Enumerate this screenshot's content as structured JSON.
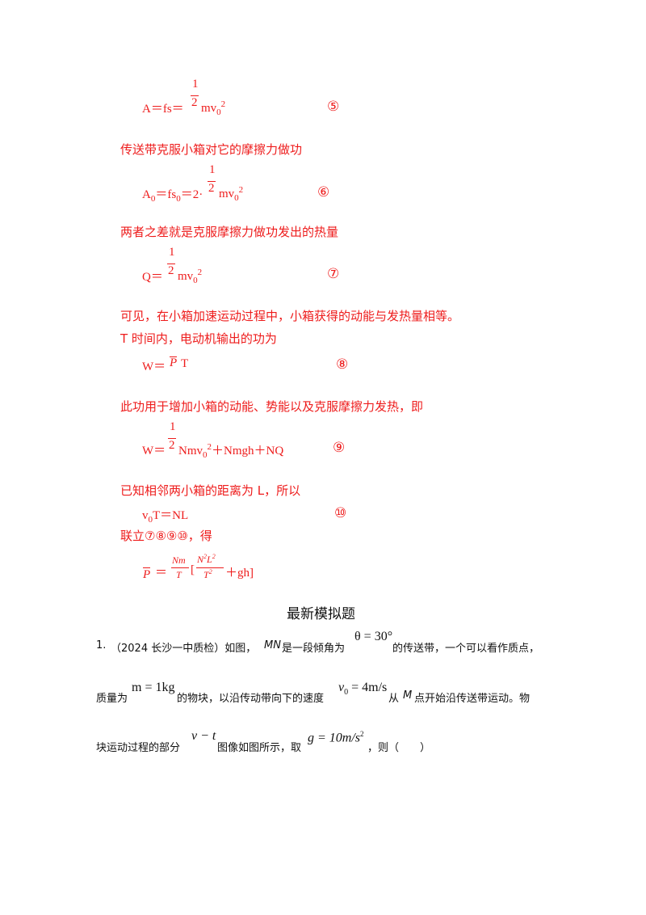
{
  "eq5": {
    "lhs": "A＝fs＝",
    "frac_num": "1",
    "frac_den": "2",
    "rhs": "mv",
    "sub": "0",
    "sup": "2",
    "mark": "⑤"
  },
  "line1": "传送带克服小箱对它的摩擦力做功",
  "eq6": {
    "lhs": "A",
    "sub_a": "0",
    "mid": "＝fs",
    "sub_b": "0",
    "mid2": "＝2·",
    "frac_num": "1",
    "frac_den": "2",
    "rhs": "mv",
    "sub": "0",
    "sup": "2",
    "mark": "⑥"
  },
  "line2": "两者之差就是克服摩擦力做功发出的热量",
  "eq7": {
    "lhs": "Q＝",
    "frac_num": "1",
    "frac_den": "2",
    "rhs": "mv",
    "sub": "0",
    "sup": "2",
    "mark": "⑦"
  },
  "line3": "可见，在小箱加速运动过程中，小箱获得的动能与发热量相等。",
  "line4": "T 时间内，电动机输出的功为",
  "eq8": {
    "lhs": "W＝",
    "p": "P",
    "rhs": "T",
    "mark": "⑧"
  },
  "line5": "此功用于增加小箱的动能、势能以及克服摩擦力发热，即",
  "eq9": {
    "lhs": "W＝",
    "frac_num": "1",
    "frac_den": "2",
    "rhs1": "Nmv",
    "sub": "0",
    "sup": "2",
    "rhs2": "＋Nmgh＋NQ",
    "mark": "⑨"
  },
  "line6": "已知相邻两小箱的距离为 L，所以",
  "eq10": {
    "lhs": "v",
    "sub": "0",
    "rhs": "T＝NL",
    "mark": "⑩"
  },
  "line7": "联立⑦⑧⑨⑩，得",
  "final": {
    "p": "P",
    "eq": "＝",
    "f1_num": "Nm",
    "f1_den": "T",
    "bracket_open": "[",
    "f2_num_n": "N",
    "f2_num_n_sup": "2",
    "f2_num_l": "L",
    "f2_num_l_sup": "2",
    "f2_den": "T",
    "f2_den_sup": "2",
    "tail": "＋gh]"
  },
  "section_title": "最新模拟题",
  "question": {
    "number": "1.",
    "p1a": "（2024 长沙一中质检）如图，",
    "mn": "MN",
    "p1b": "是一段倾角为",
    "theta": "θ = 30°",
    "p1c": "的传送带，一个可以看作质点，",
    "p2a": "质量为",
    "mass": "m = 1kg",
    "p2b": "的物块，以沿传动带向下的速度",
    "v0": "v",
    "v0_sub": "0",
    "v0_val": " = 4m/s",
    "p2c": "从",
    "m_pt": "M",
    "p2d": "点开始沿传送带运动。物",
    "p3a": "块运动过程的部分",
    "vt": "v − t",
    "p3b": "图像如图所示，取",
    "g": "g = 10m/s",
    "g_sup": "2",
    "p3c": "，则（　　）"
  }
}
